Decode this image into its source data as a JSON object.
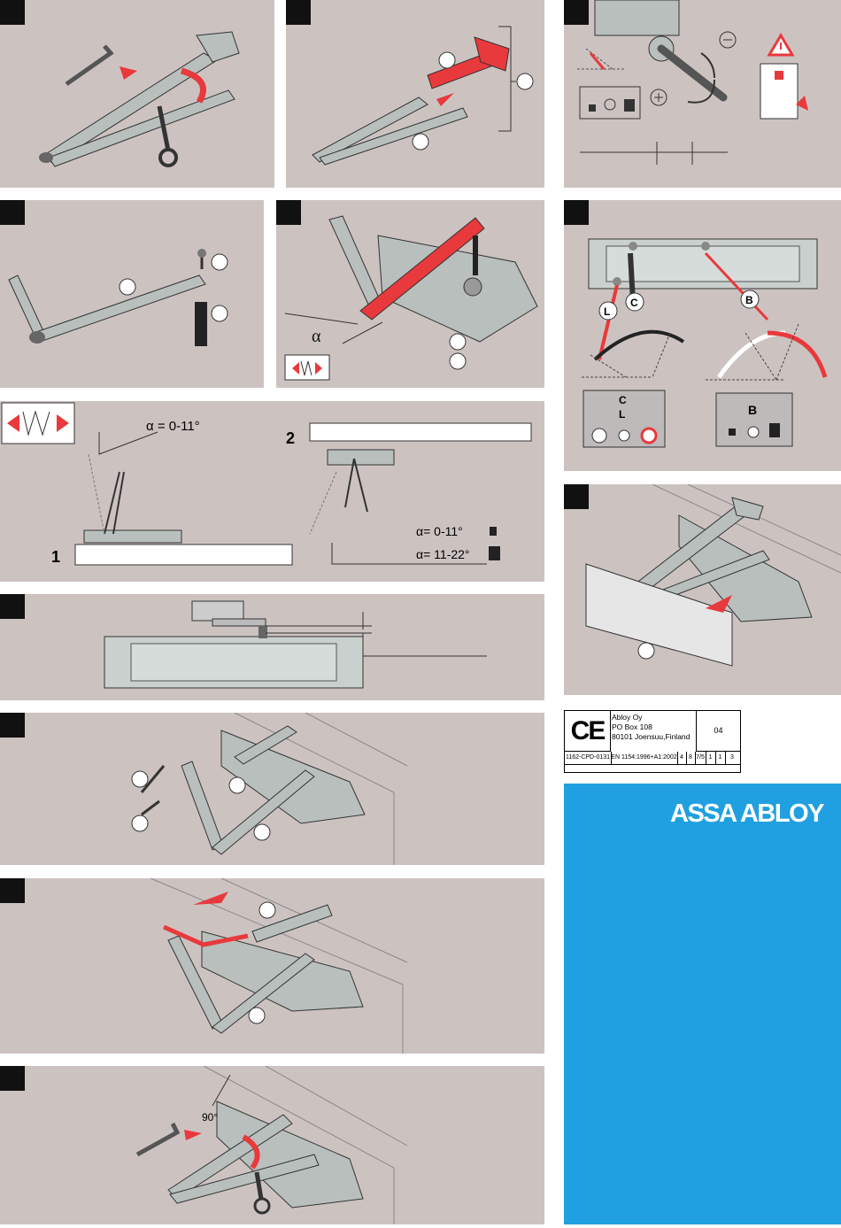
{
  "colors": {
    "panel_bg": "#ccc3c1",
    "accent_red": "#e8393c",
    "brand_blue": "#20a0e0",
    "arm_grey": "#b8bfbd",
    "step_tag": "#111111"
  },
  "icons": [
    "hex-key-icon",
    "wrench-icon",
    "weight-light-icon",
    "weight-heavy-icon",
    "adjust-dial-icon",
    "fire-door-icon",
    "warning-triangle-icon",
    "spring-compress-icon",
    "clock-speed-icon"
  ],
  "labels": {
    "alpha_symbol": "α",
    "angle_range_1": "α = 0-11°",
    "angle_range_2": "α= 0-11°",
    "angle_range_3": "α= 11-22°",
    "variant_1": "1",
    "variant_2": "2",
    "letter_L": "L",
    "letter_C": "C",
    "letter_B": "B",
    "angle_90": "90°"
  },
  "ce_label": {
    "mark": "CE",
    "company": "Abloy Oy",
    "po_box": "PO Box 108",
    "city": "80101 Joensuu,Finland",
    "year": "04",
    "cert": "1162-CPD-0131",
    "standard": "EN 1154:1996+A1:2002",
    "codes": [
      "4",
      "8",
      "7/5",
      "1",
      "1",
      "3"
    ]
  },
  "brand": {
    "name": "ASSA ABLOY"
  }
}
